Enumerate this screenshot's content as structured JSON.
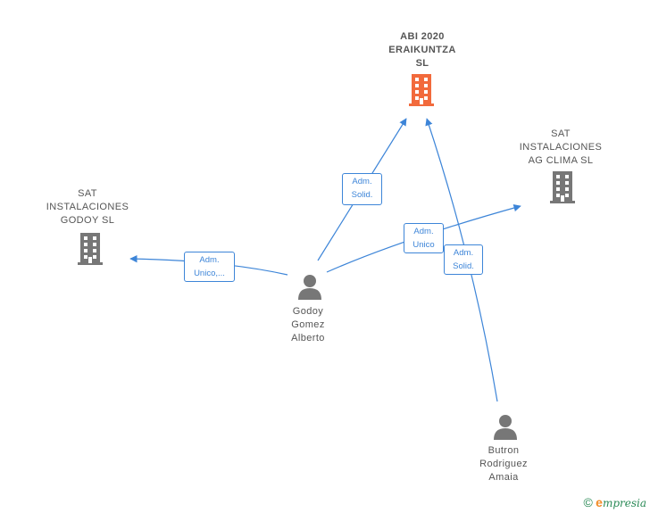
{
  "nodes": {
    "abi": {
      "lines": [
        "ABI 2020",
        "ERAIKUNTZA",
        "SL"
      ],
      "type": "company",
      "color": "#f26a3c"
    },
    "clima": {
      "lines": [
        "SAT",
        "INSTALACIONES",
        "AG CLIMA  SL"
      ],
      "type": "company",
      "color": "#777777"
    },
    "godoy_sl": {
      "lines": [
        "SAT",
        "INSTALACIONES",
        "GODOY SL"
      ],
      "type": "company",
      "color": "#777777"
    },
    "alberto": {
      "lines": [
        "Godoy",
        "Gomez",
        "Alberto"
      ],
      "type": "person",
      "color": "#777777"
    },
    "amaia": {
      "lines": [
        "Butron",
        "Rodriguez",
        "Amaia"
      ],
      "type": "person",
      "color": "#777777"
    }
  },
  "relations": [
    {
      "id": "r1",
      "lines": [
        "Adm.",
        "Unico,..."
      ],
      "from": "alberto",
      "to": "godoy_sl"
    },
    {
      "id": "r2",
      "lines": [
        "Adm.",
        "Solid."
      ],
      "from": "alberto",
      "to": "abi"
    },
    {
      "id": "r3",
      "lines": [
        "Adm.",
        "Unico"
      ],
      "from": "alberto",
      "to": "clima"
    },
    {
      "id": "r4",
      "lines": [
        "Adm.",
        "Solid."
      ],
      "from": "amaia",
      "to": "abi"
    }
  ],
  "footer": {
    "copyright": "©",
    "brand_initial": "e",
    "brand_rest": "mpresia"
  },
  "colors": {
    "edge": "#3d85d8",
    "main_company": "#f26a3c",
    "company": "#777777",
    "person": "#777777"
  }
}
